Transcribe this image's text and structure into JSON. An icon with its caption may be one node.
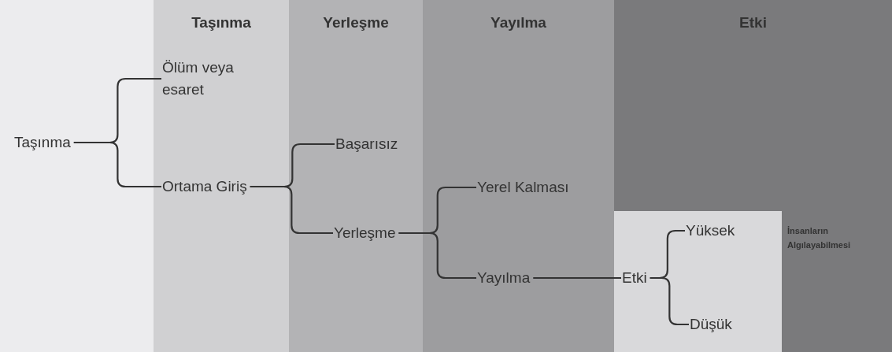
{
  "diagram": {
    "nodes": [
      {
        "text": [
          "Taşınma"
        ]
      },
      {
        "text": [
          "Yerleşme"
        ]
      },
      {
        "text": [
          "Yayılma"
        ]
      },
      {
        "text": [
          "Etki"
        ]
      },
      {
        "text": [],
        "shape": "box",
        "in": 3
      },
      {
        "text": [
          "Taşınma"
        ]
      },
      {
        "text": [
          "Ölüm veya esaret"
        ],
        "in": 0
      },
      {
        "text": [
          "Ortama Giriş"
        ],
        "in": 0
      },
      {
        "text": [
          "Başarısız"
        ],
        "in": 1
      },
      {
        "text": [
          "Yerleşme"
        ],
        "in": 1
      },
      {
        "text": [
          "Yerel Kalması"
        ],
        "in": 2
      },
      {
        "text": [
          "Yayılma"
        ],
        "in": 2
      },
      {
        "text": [
          "Etki"
        ],
        "in": 4
      },
      {
        "text": [
          "Yüksek"
        ],
        "in": 4
      },
      {
        "text": [
          "Düşük"
        ],
        "in": 4
      }
    ],
    "edges": [
      {
        "from": 5,
        "to": 6,
        "arrow": "none"
      },
      {
        "from": 5,
        "to": 7,
        "arrow": "none"
      },
      {
        "from": 7,
        "to": 8,
        "arrow": "none"
      },
      {
        "from": 7,
        "to": 9,
        "arrow": "none"
      },
      {
        "from": 9,
        "to": 10,
        "arrow": "none"
      },
      {
        "from": 9,
        "to": 11,
        "arrow": "none"
      },
      {
        "from": 11,
        "to": 12,
        "arrow": "none"
      },
      {
        "from": 12,
        "to": 13,
        "arrow": "none"
      },
      {
        "from": 12,
        "to": 14,
        "arrow": "none"
      }
    ],
    "labels": [
      "İnsanların Algılayabilmesi"
    ]
  }
}
